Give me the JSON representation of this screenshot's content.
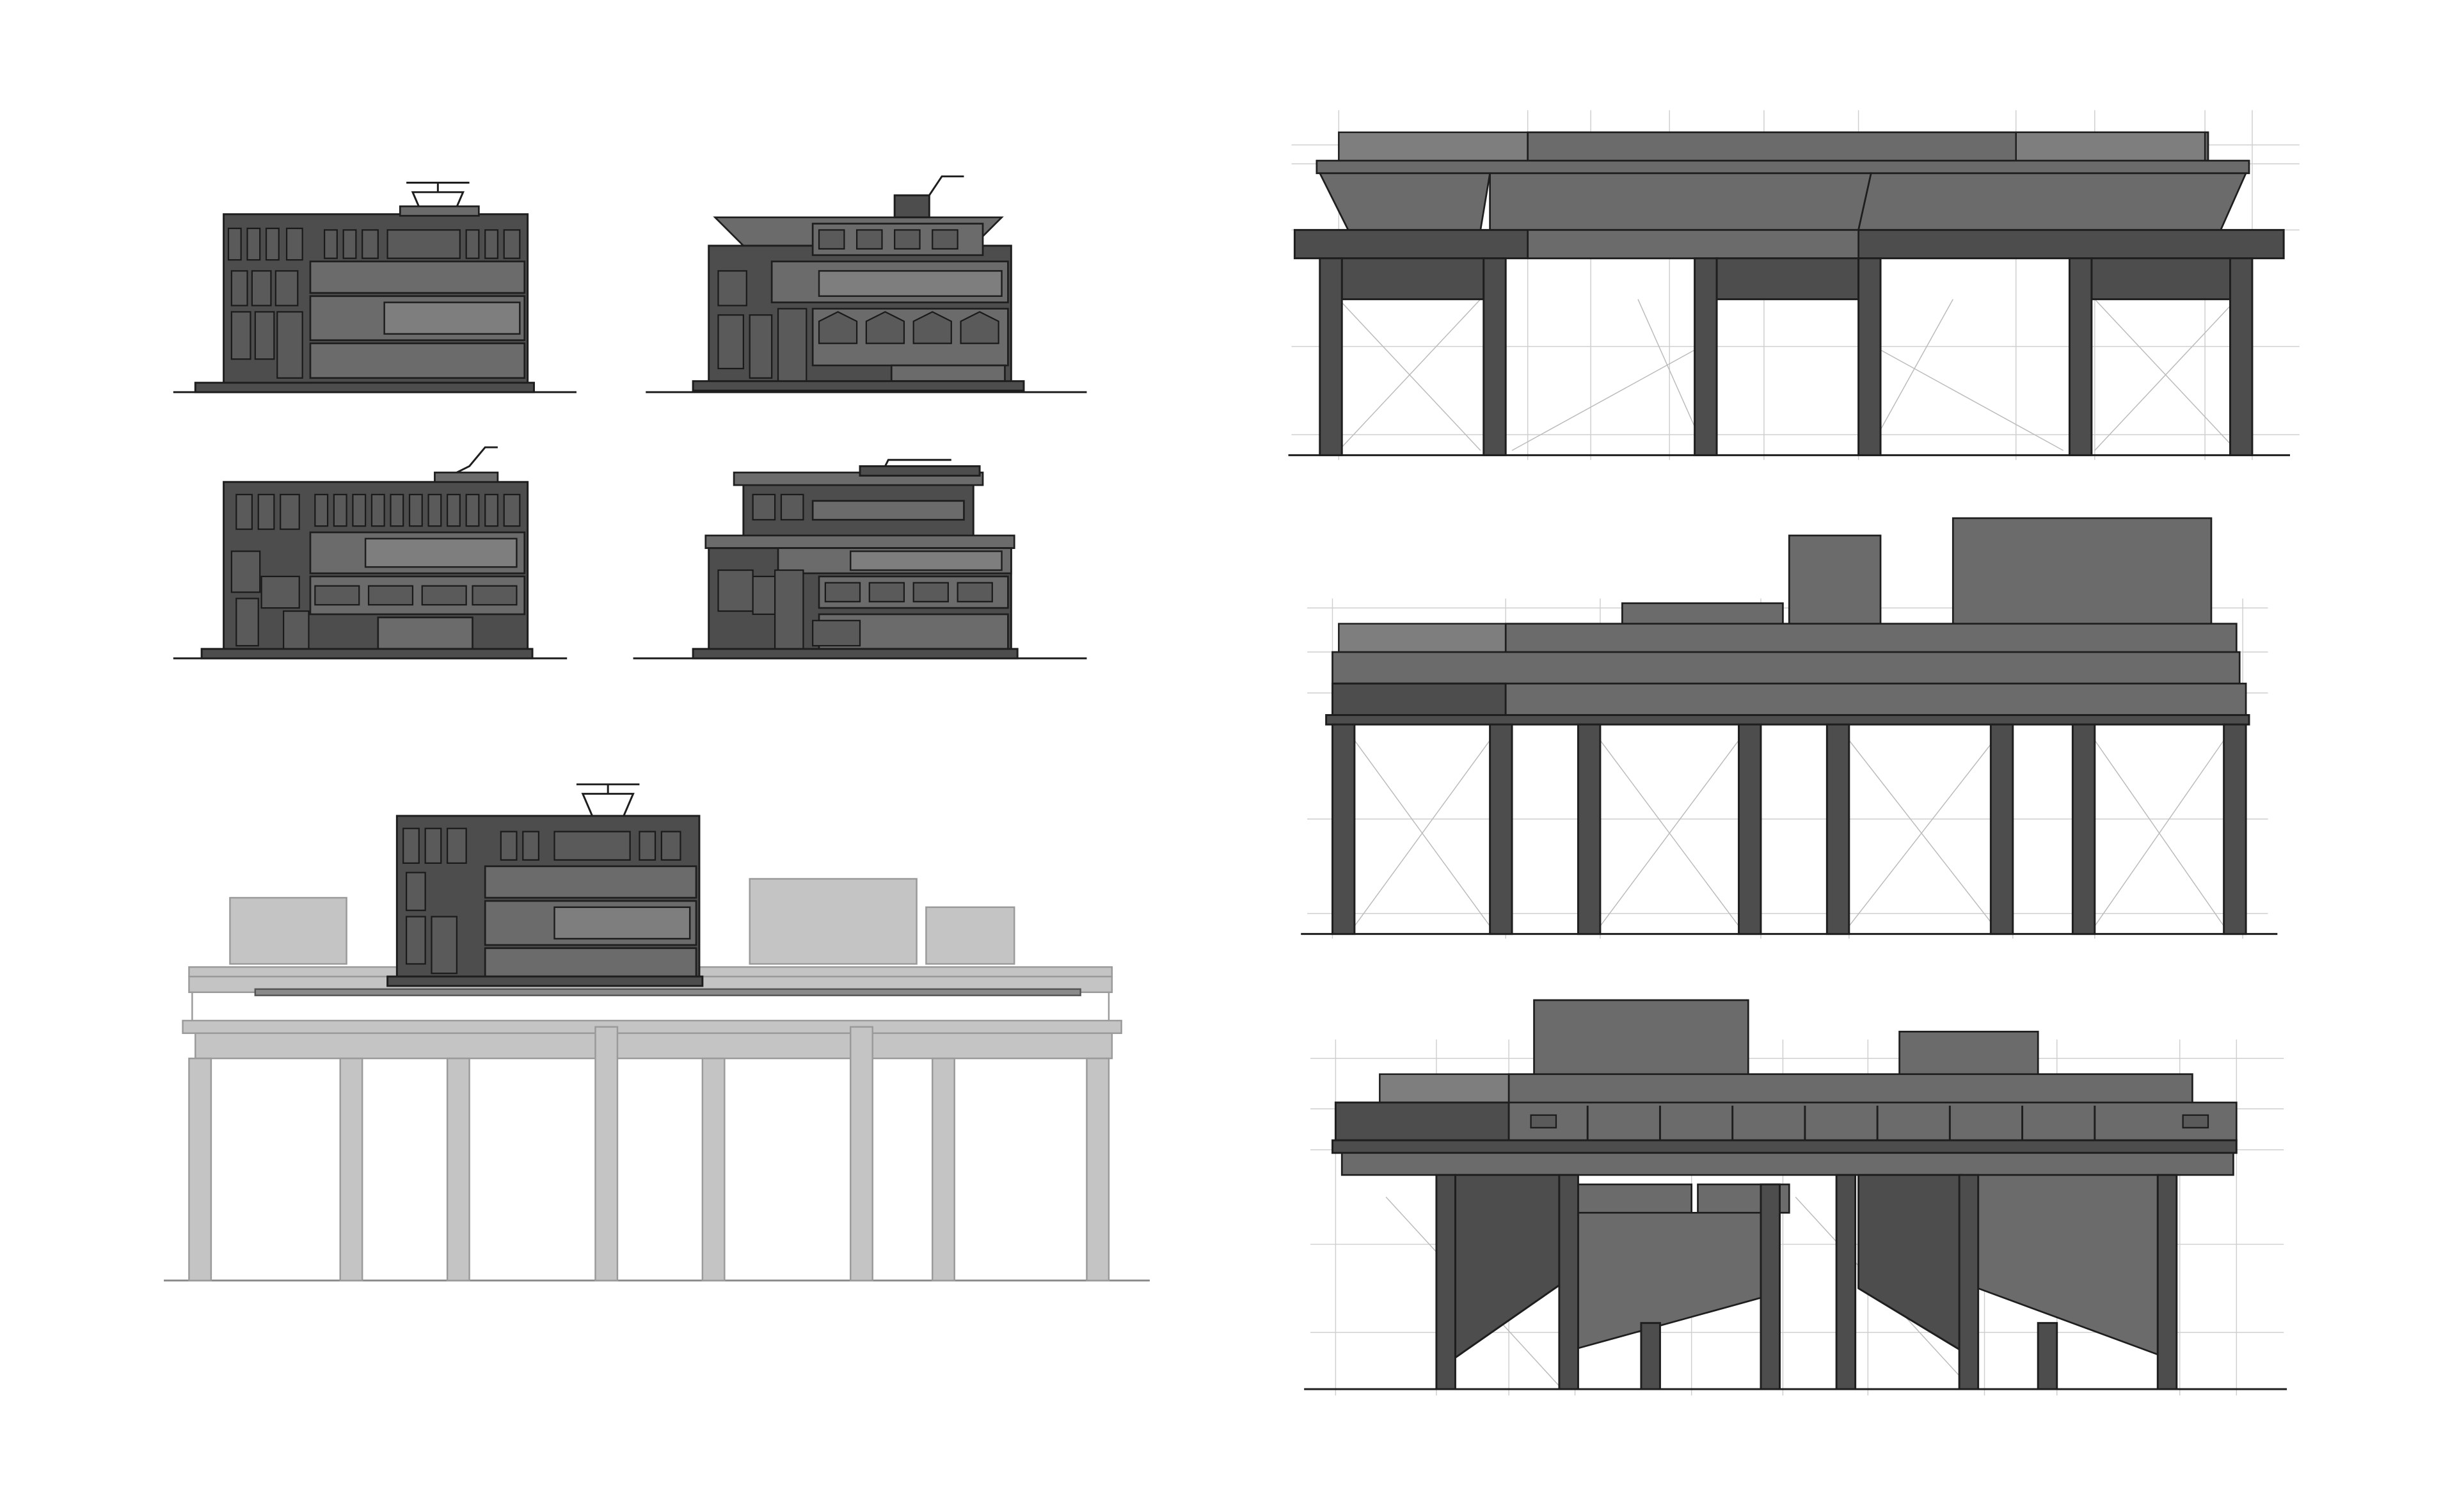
{
  "sheet": {
    "background": "#ffffff",
    "drawing_count": 8,
    "labels": []
  },
  "colors": {
    "dark_fill": "#4d4d4d",
    "mid_fill": "#6b6b6b",
    "light_fill": "#7e7e7e",
    "line": "#1e1e1e",
    "ghost_fill": "#c4c4c4",
    "ghost_line": "#9a9a9a",
    "construction_line": "#cfcfcf"
  },
  "drawings": [
    {
      "id": "tram-elevation-side-1"
    },
    {
      "id": "tram-elevation-end-1"
    },
    {
      "id": "tram-elevation-side-2"
    },
    {
      "id": "tram-elevation-end-2"
    },
    {
      "id": "tram-on-viaduct-context"
    },
    {
      "id": "viaduct-elevation-canopy"
    },
    {
      "id": "viaduct-elevation-flat-deck"
    },
    {
      "id": "viaduct-elevation-sloped-supports"
    }
  ]
}
